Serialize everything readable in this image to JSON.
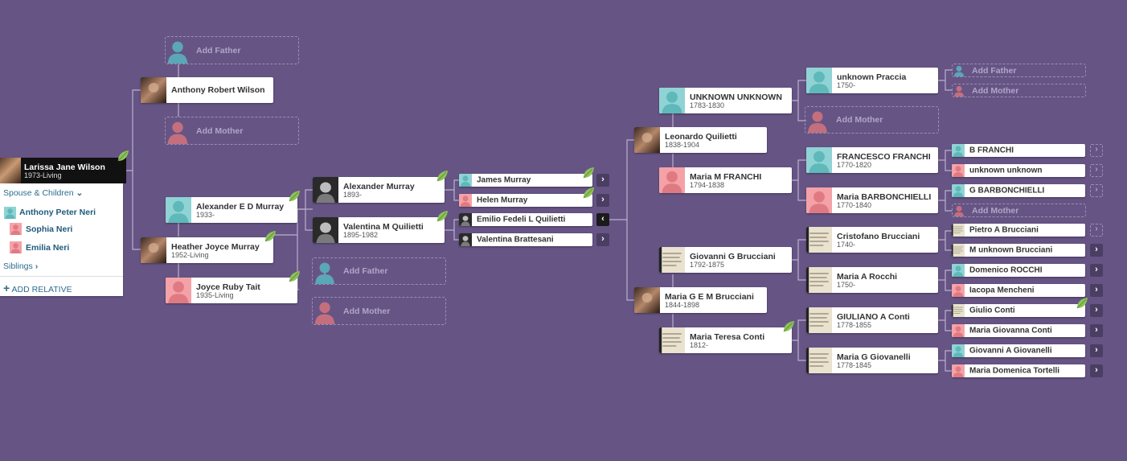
{
  "colors": {
    "background": "#665485",
    "male": "#8fd3d4",
    "female": "#f4a2a7",
    "line": "#b9b0cc",
    "link": "#2e6c8e"
  },
  "panel": {
    "focus_name": "Larissa Jane Wilson",
    "focus_dates": "1973-Living",
    "spouse_children_label": "Spouse & Children",
    "children": [
      "Anthony Peter Neri",
      "Sophia Neri",
      "Emilia Neri"
    ],
    "siblings_label": "Siblings",
    "add_relative_label": "ADD RELATIVE"
  },
  "tree": {
    "add_father": "Add Father",
    "add_mother": "Add Mother",
    "anthony_robert_wilson": {
      "name": "Anthony Robert Wilson",
      "dates": ""
    },
    "alexander_e_d_murray": {
      "name": "Alexander E D Murray",
      "dates": "1933-"
    },
    "heather_joyce_murray": {
      "name": "Heather Joyce Murray",
      "dates": "1952-Living"
    },
    "joyce_ruby_tait": {
      "name": "Joyce Ruby Tait",
      "dates": "1935-Living"
    },
    "alexander_murray": {
      "name": "Alexander Murray",
      "dates": "1893-"
    },
    "valentina_m_quilietti": {
      "name": "Valentina M Quilietti",
      "dates": "1895-1982"
    },
    "james_murray": {
      "name": "James Murray"
    },
    "helen_murray": {
      "name": "Helen Murray"
    },
    "emilio_fedeli_l_quilietti": {
      "name": "Emilio Fedeli L Quilietti"
    },
    "valentina_brattesani": {
      "name": "Valentina Brattesani"
    },
    "unknown_unknown": {
      "name": "UNKNOWN UNKNOWN",
      "dates": "1783-1830"
    },
    "leonardo_quilietti": {
      "name": "Leonardo Quilietti",
      "dates": "1838-1904"
    },
    "maria_m_franchi": {
      "name": "Maria M FRANCHI",
      "dates": "1794-1838"
    },
    "giovanni_g_brucciani": {
      "name": "Giovanni G Brucciani",
      "dates": "1792-1875"
    },
    "maria_g_e_m_brucciani": {
      "name": "Maria G E M Brucciani",
      "dates": "1844-1898"
    },
    "maria_teresa_conti": {
      "name": "Maria Teresa Conti",
      "dates": "1812-"
    },
    "unknown_praccia": {
      "name": "unknown Praccia",
      "dates": "1750-"
    },
    "francesco_franchi": {
      "name": "FRANCESCO FRANCHI",
      "dates": "1770-1820"
    },
    "maria_barbonchielli": {
      "name": "Maria BARBONCHIELLI",
      "dates": "1770-1840"
    },
    "cristofano_brucciani": {
      "name": "Cristofano Brucciani",
      "dates": "1740-"
    },
    "maria_a_rocchi": {
      "name": "Maria A Rocchi",
      "dates": "1750-"
    },
    "giuliano_a_conti": {
      "name": "GIULIANO A Conti",
      "dates": "1778-1855"
    },
    "maria_g_giovanelli": {
      "name": "Maria G Giovanelli",
      "dates": "1778-1845"
    },
    "b_franchi": {
      "name": "B FRANCHI"
    },
    "unknown_unknown_2": {
      "name": "unknown unknown"
    },
    "g_barbonchielli": {
      "name": "G BARBONCHIELLI"
    },
    "pietro_a_brucciani": {
      "name": "Pietro A Brucciani"
    },
    "m_unknown_brucciani": {
      "name": "M unknown Brucciani"
    },
    "domenico_rocchi": {
      "name": "Domenico ROCCHI"
    },
    "iacopa_mencheni": {
      "name": "Iacopa Mencheni"
    },
    "giulio_conti": {
      "name": "Giulio Conti"
    },
    "maria_giovanna_conti": {
      "name": "Maria Giovanna Conti"
    },
    "giovanni_a_giovanelli": {
      "name": "Giovanni A Giovanelli"
    },
    "maria_domenica_tortelli": {
      "name": "Maria Domenica Tortelli"
    }
  },
  "icons": {
    "leaf": "leaf-hint-icon",
    "arrow_right": "›",
    "arrow_left": "‹",
    "plus": "+",
    "chevron_down": "⌄",
    "chevron_right": "›"
  }
}
